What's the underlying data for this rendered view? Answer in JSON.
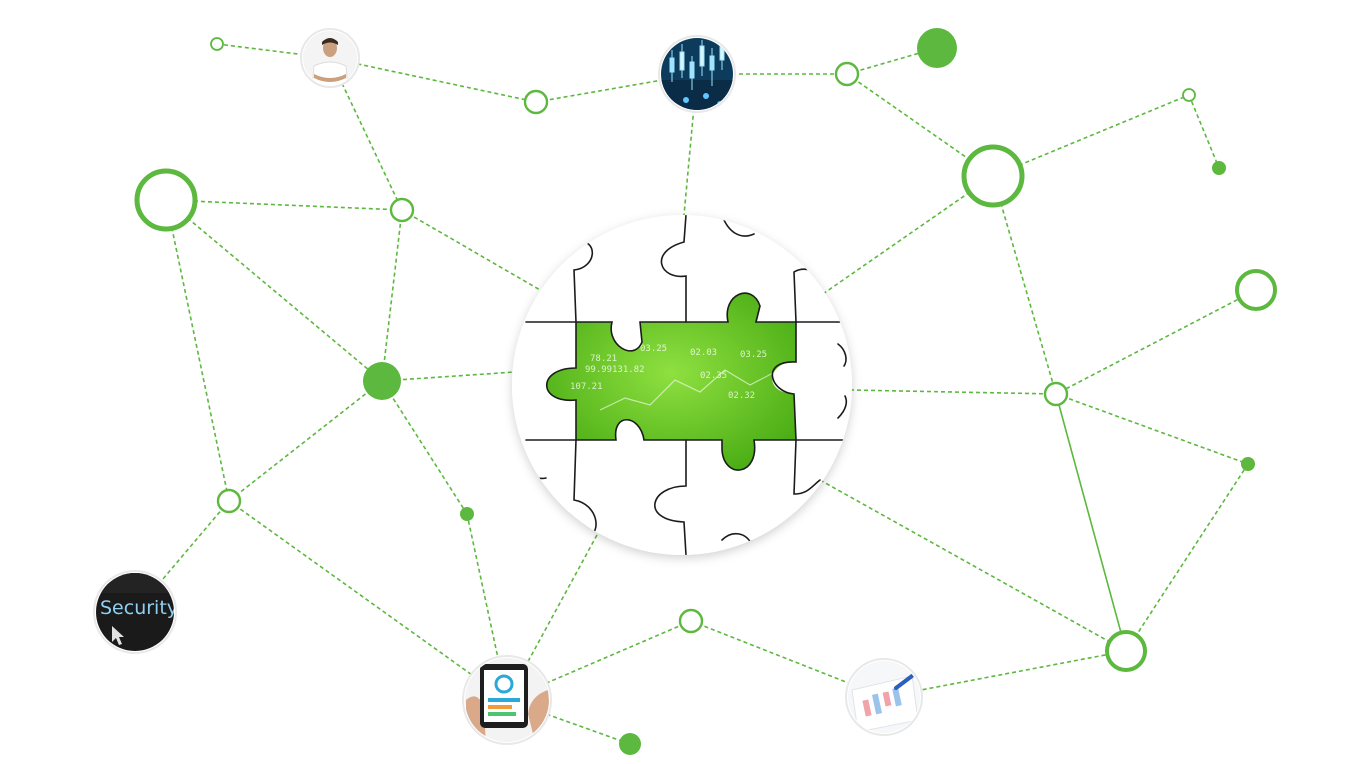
{
  "colors": {
    "accent": "#5cb83e",
    "puzzle_hole": "#66cc22",
    "background": "#ffffff"
  },
  "center": {
    "name": "puzzle-circle",
    "ticker_values": [
      "03.25",
      "02.03",
      "03.25",
      "02.35",
      "02.32",
      "107.21",
      "78.21",
      "99.99",
      "131.82"
    ]
  },
  "photos": [
    {
      "name": "person-photo",
      "icon": "person"
    },
    {
      "name": "stock-chart-photo",
      "icon": "candlestick-chart"
    },
    {
      "name": "security-photo",
      "icon": "security-screen",
      "text": "Security"
    },
    {
      "name": "mobile-app-photo",
      "icon": "smartphone-dashboard"
    },
    {
      "name": "report-chart-photo",
      "icon": "paper-charts"
    }
  ]
}
